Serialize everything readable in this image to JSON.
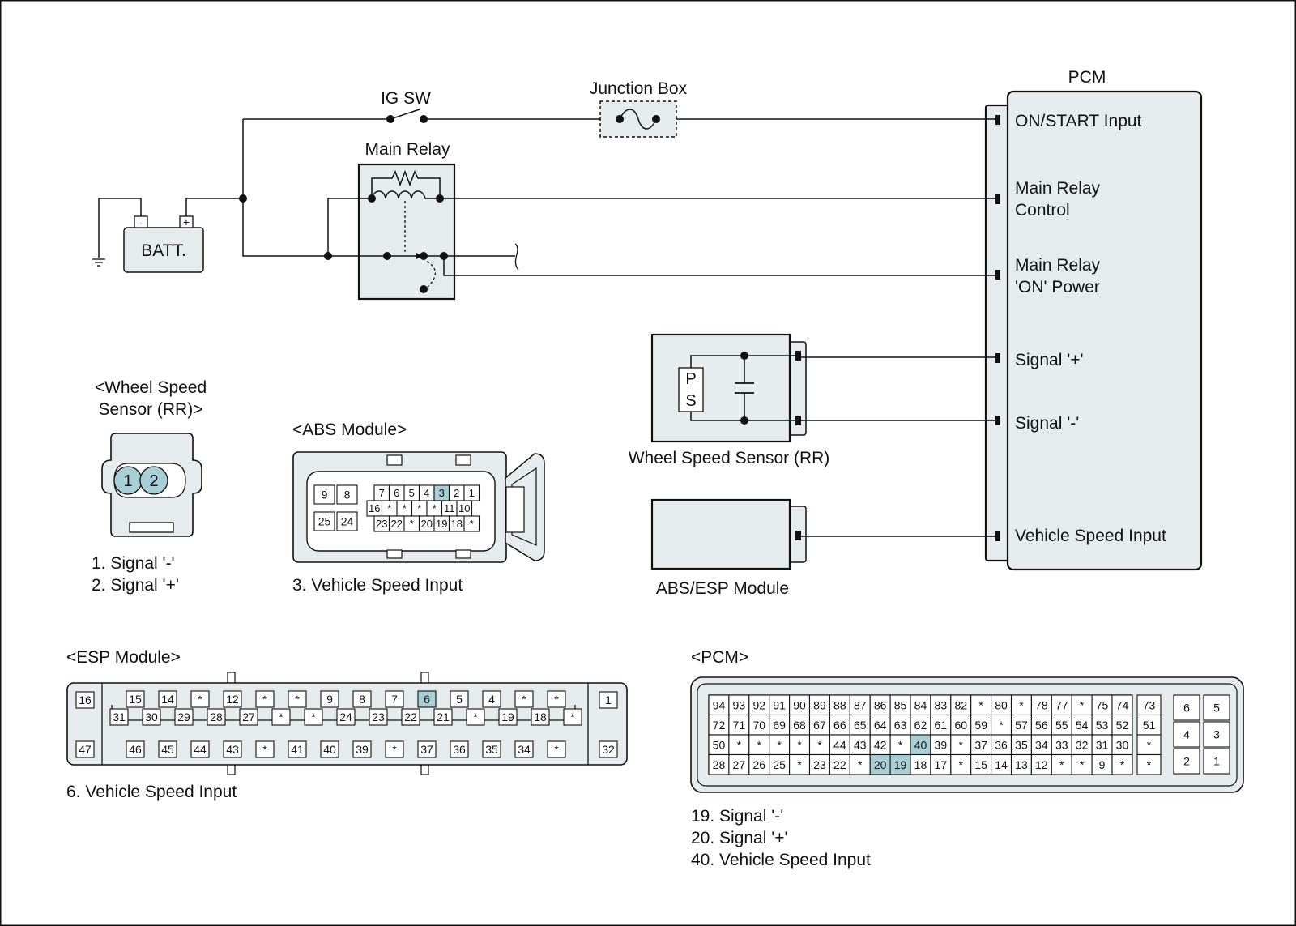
{
  "colors": {
    "component_fill": "#e6eced",
    "highlight_fill": "#a9cfd6",
    "line": "#111111",
    "background": "#ffffff"
  },
  "schematic": {
    "ig_sw": "IG SW",
    "junction_box": "Junction Box",
    "main_relay": "Main Relay",
    "battery": "BATT.",
    "battery_minus": "-",
    "battery_plus": "+",
    "pcm_title": "PCM",
    "pcm_inputs": [
      "ON/START Input",
      "Main Relay",
      "Control",
      "Main Relay",
      "'ON' Power",
      "Signal '+'",
      "Signal '-'",
      "Vehicle Speed Input"
    ],
    "wss_p": "P",
    "wss_s": "S",
    "wss_caption": "Wheel Speed Sensor (RR)",
    "abs_esp_caption": "ABS/ESP Module"
  },
  "wss_connector": {
    "title_line1": "<Wheel Speed",
    "title_line2": "Sensor (RR)>",
    "pins": [
      "1",
      "2"
    ],
    "legend": [
      "1. Signal '-'",
      "2. Signal '+'"
    ]
  },
  "abs_connector": {
    "title": "<ABS Module>",
    "pins_left": [
      "9",
      "8",
      "25",
      "24"
    ],
    "row1": [
      "7",
      "6",
      "5",
      "4",
      "3",
      "2",
      "1"
    ],
    "row2": [
      "16",
      "*",
      "*",
      "*",
      "*",
      "11",
      "10"
    ],
    "row3": [
      "23",
      "22",
      "*",
      "20",
      "19",
      "18",
      "*"
    ],
    "highlight": "3",
    "legend": "3. Vehicle Speed Input"
  },
  "esp_connector": {
    "title": "<ESP Module>",
    "left_top": "16",
    "left_bottom": "47",
    "right_top": "1",
    "right_bottom": "32",
    "row1": [
      "15",
      "14",
      "*",
      "12",
      "*",
      "*",
      "9",
      "8",
      "7",
      "6",
      "5",
      "4",
      "*",
      "*"
    ],
    "row2": [
      "31",
      "30",
      "29",
      "28",
      "27",
      "*",
      "*",
      "24",
      "23",
      "22",
      "21",
      "*",
      "19",
      "18",
      "*"
    ],
    "row3": [
      "46",
      "45",
      "44",
      "43",
      "*",
      "41",
      "40",
      "39",
      "*",
      "37",
      "36",
      "35",
      "34",
      "*"
    ],
    "highlight": "6",
    "legend": "6. Vehicle Speed Input"
  },
  "pcm_connector": {
    "title": "<PCM>",
    "rows": [
      [
        "94",
        "93",
        "92",
        "91",
        "90",
        "89",
        "88",
        "87",
        "86",
        "85",
        "84",
        "83",
        "82",
        "*",
        "80",
        "*",
        "78",
        "77",
        "*",
        "75",
        "74"
      ],
      [
        "72",
        "71",
        "70",
        "69",
        "68",
        "67",
        "66",
        "65",
        "64",
        "63",
        "62",
        "61",
        "60",
        "59",
        "*",
        "57",
        "56",
        "55",
        "54",
        "53",
        "52"
      ],
      [
        "50",
        "*",
        "*",
        "*",
        "*",
        "*",
        "44",
        "43",
        "42",
        "*",
        "40",
        "39",
        "*",
        "37",
        "36",
        "35",
        "34",
        "33",
        "32",
        "31",
        "30"
      ],
      [
        "28",
        "27",
        "26",
        "25",
        "*",
        "23",
        "22",
        "*",
        "20",
        "19",
        "18",
        "17",
        "*",
        "15",
        "14",
        "13",
        "12",
        "*",
        "*",
        "9",
        "*"
      ]
    ],
    "side_column": [
      "73",
      "51",
      "*",
      "*"
    ],
    "power_block": [
      "6",
      "5",
      "4",
      "3",
      "2",
      "1"
    ],
    "highlight": [
      "40",
      "20",
      "19"
    ],
    "legend": [
      "19. Signal '-'",
      "20. Signal '+'",
      "40. Vehicle Speed Input"
    ]
  }
}
